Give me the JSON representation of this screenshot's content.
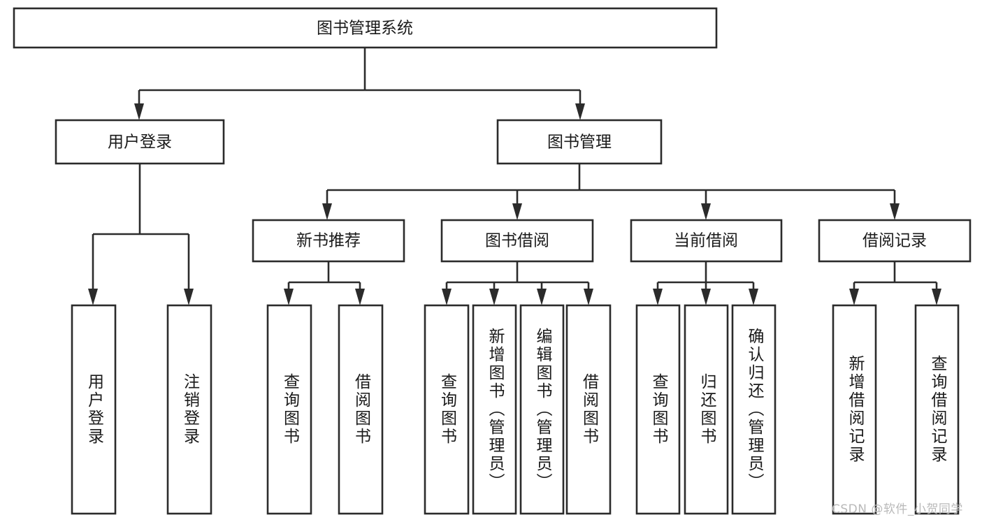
{
  "diagram": {
    "title": "图书管理系统",
    "watermark": "CSDN @软件_小贺同学",
    "line_color": "#2b2b2b",
    "box_fill": "#ffffff",
    "text_color": "#1a1a1a",
    "watermark_color": "#b9b9b9",
    "levels": {
      "root": {
        "label": "图书管理系统"
      },
      "level2": [
        {
          "label": "用户登录"
        },
        {
          "label": "图书管理"
        }
      ],
      "level3": [
        {
          "label": "新书推荐"
        },
        {
          "label": "图书借阅"
        },
        {
          "label": "当前借阅"
        },
        {
          "label": "借阅记录"
        }
      ],
      "leaves": {
        "user_login": [
          {
            "label": "用户登录"
          },
          {
            "label": "注销登录"
          }
        ],
        "new_book_recommend": [
          {
            "label": "查询图书"
          },
          {
            "label": "借阅图书"
          }
        ],
        "book_borrow": [
          {
            "label": "查询图书"
          },
          {
            "label": "新增图书（管理员）"
          },
          {
            "label": "编辑图书（管理员）"
          },
          {
            "label": "借阅图书"
          }
        ],
        "current_borrow": [
          {
            "label": "查询图书"
          },
          {
            "label": "归还图书"
          },
          {
            "label": "确认归还（管理员）"
          }
        ],
        "borrow_record": [
          {
            "label": "新增借阅记录"
          },
          {
            "label": "查询借阅记录"
          }
        ]
      }
    }
  }
}
